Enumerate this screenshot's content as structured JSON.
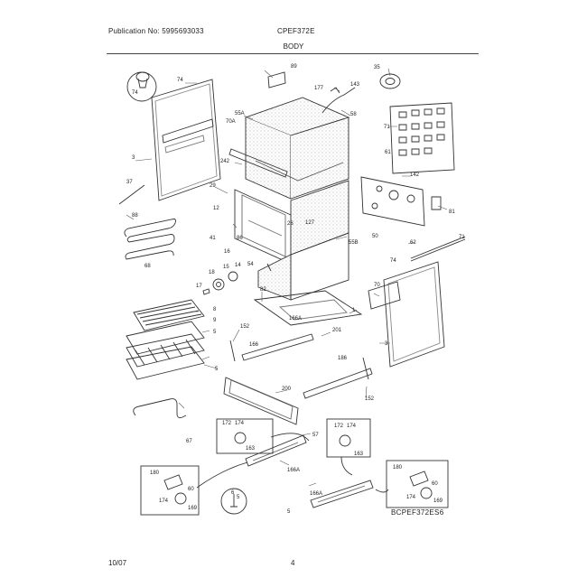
{
  "header": {
    "publication": "Publication No: 5995693033",
    "model": "CPEF372E",
    "section": "BODY"
  },
  "footer": {
    "date": "10/07",
    "page": "4",
    "diagram_code": "BCPEF372ES6"
  },
  "callouts": [
    {
      "id": "c1",
      "text": "74"
    },
    {
      "id": "c2",
      "text": "74"
    },
    {
      "id": "c3",
      "text": "3"
    },
    {
      "id": "c4",
      "text": "70A"
    },
    {
      "id": "c5",
      "text": "37"
    },
    {
      "id": "c6",
      "text": "88"
    },
    {
      "id": "c7",
      "text": "68"
    },
    {
      "id": "c8",
      "text": "89"
    },
    {
      "id": "c9",
      "text": "55A"
    },
    {
      "id": "c10",
      "text": "242"
    },
    {
      "id": "c11",
      "text": "29"
    },
    {
      "id": "c12",
      "text": "12"
    },
    {
      "id": "c13",
      "text": "127"
    },
    {
      "id": "c14",
      "text": "26"
    },
    {
      "id": "c15",
      "text": "41"
    },
    {
      "id": "c16",
      "text": "16"
    },
    {
      "id": "c17",
      "text": "86"
    },
    {
      "id": "c18",
      "text": "55B"
    },
    {
      "id": "c19",
      "text": "177"
    },
    {
      "id": "c20",
      "text": "143"
    },
    {
      "id": "c21",
      "text": "58"
    },
    {
      "id": "c22",
      "text": "35"
    },
    {
      "id": "c23",
      "text": "71"
    },
    {
      "id": "c24",
      "text": "61"
    },
    {
      "id": "c25",
      "text": "142"
    },
    {
      "id": "c26",
      "text": "81"
    },
    {
      "id": "c27",
      "text": "50"
    },
    {
      "id": "c28",
      "text": "62"
    },
    {
      "id": "c29",
      "text": "71"
    },
    {
      "id": "c30",
      "text": "74"
    },
    {
      "id": "c31",
      "text": "70"
    },
    {
      "id": "c32",
      "text": "3"
    },
    {
      "id": "c33",
      "text": "18"
    },
    {
      "id": "c34",
      "text": "15"
    },
    {
      "id": "c35",
      "text": "14"
    },
    {
      "id": "c36",
      "text": "54"
    },
    {
      "id": "c37",
      "text": "17"
    },
    {
      "id": "c38",
      "text": "82"
    },
    {
      "id": "c39",
      "text": "166A"
    },
    {
      "id": "c40",
      "text": "1"
    },
    {
      "id": "c41",
      "text": "152"
    },
    {
      "id": "c42",
      "text": "166"
    },
    {
      "id": "c43",
      "text": "201"
    },
    {
      "id": "c44",
      "text": "8"
    },
    {
      "id": "c45",
      "text": "9"
    },
    {
      "id": "c46",
      "text": "5"
    },
    {
      "id": "c47",
      "text": "5"
    },
    {
      "id": "c48",
      "text": "186"
    },
    {
      "id": "c49",
      "text": "152"
    },
    {
      "id": "c50",
      "text": "200"
    },
    {
      "id": "c51",
      "text": "57"
    },
    {
      "id": "c52",
      "text": "172"
    },
    {
      "id": "c53",
      "text": "174"
    },
    {
      "id": "c54",
      "text": "163"
    },
    {
      "id": "c55",
      "text": "172"
    },
    {
      "id": "c56",
      "text": "174"
    },
    {
      "id": "c57",
      "text": "163"
    },
    {
      "id": "c58",
      "text": "166A"
    },
    {
      "id": "c59",
      "text": "166A"
    },
    {
      "id": "c60",
      "text": "180"
    },
    {
      "id": "c61",
      "text": "60"
    },
    {
      "id": "c62",
      "text": "174"
    },
    {
      "id": "c63",
      "text": "169"
    },
    {
      "id": "c64",
      "text": "180"
    },
    {
      "id": "c65",
      "text": "60"
    },
    {
      "id": "c66",
      "text": "174"
    },
    {
      "id": "c67",
      "text": "169"
    },
    {
      "id": "c68",
      "text": "5"
    },
    {
      "id": "c69",
      "text": "6"
    },
    {
      "id": "c70",
      "text": "5"
    },
    {
      "id": "c71",
      "text": "67"
    }
  ]
}
